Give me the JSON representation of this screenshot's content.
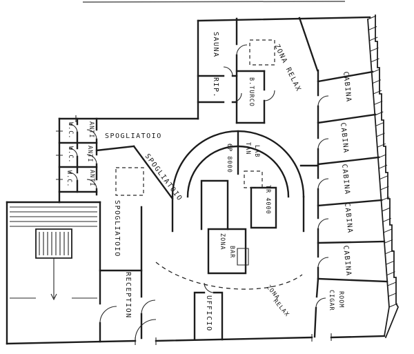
{
  "document": {
    "type_label": "spa floor plan (scanned hand drawing)"
  },
  "colors": {
    "ink": "#1c1c1c",
    "paper": "#ffffff"
  },
  "rooms": {
    "sauna": "SAUNA",
    "rip": "RIP.",
    "b_turco": "B.TURCO",
    "zona_relax": "ZONA RELAX",
    "cabina": "CABINA",
    "cigar_line1": "CIGAR",
    "cigar_line2": "ROOM",
    "spogliatoio": "SPOGLIATOIO",
    "wc": "W.C.",
    "anti": "ANTI",
    "reception": "RECEPTION",
    "ufficio": "UFFICIO",
    "zona": "ZONA",
    "bar": "BAR",
    "relax": "RELAX",
    "tan": "TAN",
    "lab": "LAB",
    "tr": "TR 4000",
    "p6": "6P 8000"
  }
}
